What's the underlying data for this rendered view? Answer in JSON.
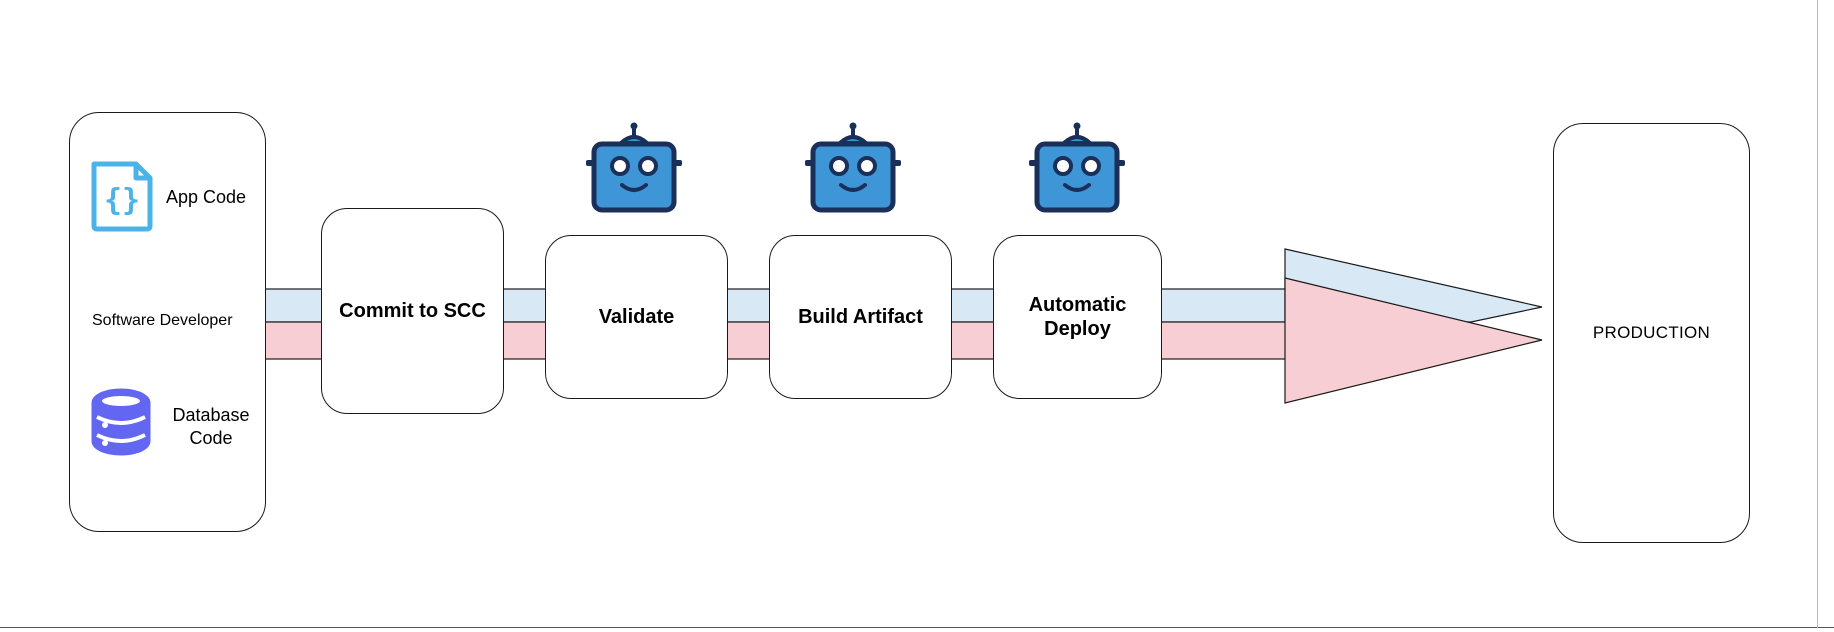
{
  "diagram": {
    "developer": {
      "role_label": "Software Developer",
      "items": [
        {
          "label": "App Code",
          "icon": "code-file-icon",
          "color": "#4cb3e8"
        },
        {
          "label": "Database\nCode",
          "icon": "database-icon",
          "color": "#6366f1"
        }
      ]
    },
    "steps": [
      {
        "label": "Commit to SCC",
        "robot": false
      },
      {
        "label": "Validate",
        "robot": true
      },
      {
        "label": "Build Artifact",
        "robot": true
      },
      {
        "label": "Automatic\nDeploy",
        "robot": true
      }
    ],
    "destination": {
      "label": "PRODUCTION"
    },
    "colors": {
      "app_stream": "#d9e8f5",
      "db_stream": "#f8ced5",
      "robot_fill": "#3f96d6",
      "robot_outline": "#1a2f5a",
      "border": "#1a1a1a"
    }
  }
}
